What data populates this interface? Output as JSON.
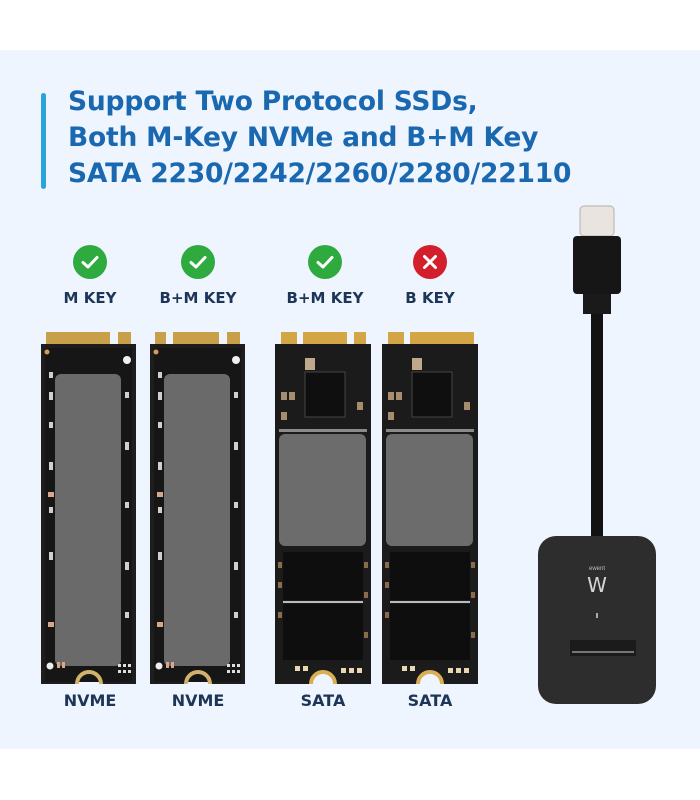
{
  "headline": {
    "line1": "Support Two Protocol SSDs,",
    "line2": "Both M-Key NVMe and B+M Key",
    "line3": "SATA 2230/2242/2260/2280/22110"
  },
  "colors": {
    "panel_bg": "#eef5fe",
    "headline": "#1a68b0",
    "accent_bar": "#29a3db",
    "supported": "#2eaa3f",
    "unsupported": "#d21f2b",
    "label": "#1d3557"
  },
  "drives": [
    {
      "key_label": "M KEY",
      "status_icon": "check-icon",
      "supported": true,
      "type_label": "NVME"
    },
    {
      "key_label": "B+M KEY",
      "status_icon": "check-icon",
      "supported": true,
      "type_label": "NVME"
    },
    {
      "key_label": "B+M KEY",
      "status_icon": "check-icon",
      "supported": true,
      "type_label": "SATA"
    },
    {
      "key_label": "B KEY",
      "status_icon": "x-icon",
      "supported": false,
      "type_label": "SATA"
    }
  ],
  "reader": {
    "brand_mark": "W",
    "brand_small": "ewent"
  }
}
